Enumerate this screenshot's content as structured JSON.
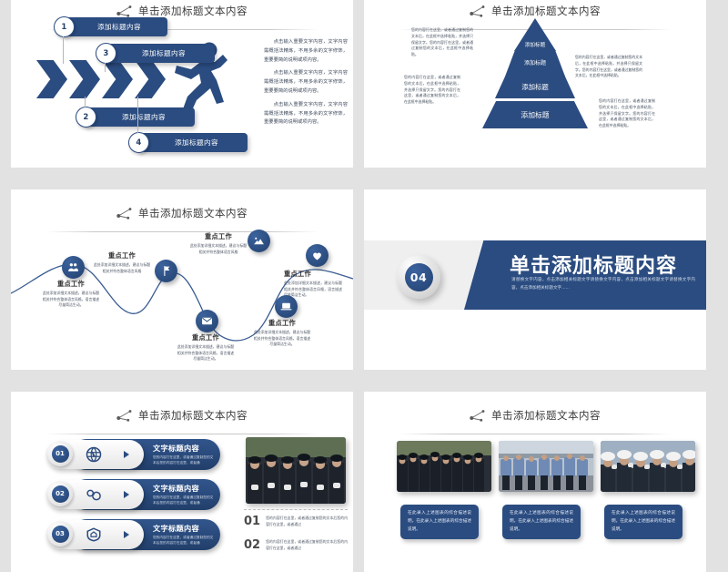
{
  "theme": {
    "primary_blue": "#2b4c80",
    "dark_blue": "#21406f",
    "page_bg": "#e2e2e2",
    "slide_bg": "#ffffff",
    "grey_panel": "#efefef"
  },
  "slides": [
    {
      "id": "slide-arrows",
      "title": "单击添加标题文本内容",
      "steps": [
        {
          "num": "1",
          "label": "添加标题内容"
        },
        {
          "num": "3",
          "label": "添加标题内容"
        },
        {
          "num": "2",
          "label": "添加标题内容"
        },
        {
          "num": "4",
          "label": "添加标题内容"
        }
      ],
      "body_paragraphs": [
        "点击输入重要文字内容，文字内容需概括法精炼，不用多余的文字修饰，重要要简的说明或项内容。",
        "点击输入重要文字内容，文字内容需概括法精炼，不用多余的文字修饰，重要要简的说明或项内容。",
        "点击输入重要文字内容，文字内容需概括法精炼，不用多余的文字修饰，重要要简的说明或项内容。"
      ],
      "runner_icon": "running-person-icon"
    },
    {
      "id": "slide-pyramid",
      "title": "单击添加标题文本内容",
      "tiers": [
        {
          "label": "添加标题"
        },
        {
          "label": "添加标题"
        },
        {
          "label": "添加标题"
        },
        {
          "label": "添加标题"
        }
      ],
      "notes": [
        "您的内容打在这里，或者通过复制您的文本后，在此框中选择粘贴，并选择只保留文字。您的内容打在这里，或者通过复制您的文本后，在此框中选择粘贴。",
        "您的内容打在这里，或者通过复制您的文本后，在此框中选择粘贴，并选择只保留文字。您的内容打在这里，或者通过复制您的文本后，在此框中选择粘贴。",
        "您的内容打在这里，或者通过复制您的文本后，在此框中选择粘贴，并选择只保留文字。您的内容打在这里，或者通过复制您的文本后，在此框中选择粘贴。",
        "您的内容打在这里，或者通过复制您的文本后，在此框中选择粘贴，并选择只保留文字。您的内容打在这里，或者通过复制您的文本后，在此框中选择粘贴。"
      ]
    },
    {
      "id": "slide-wave",
      "title": "单击添加标题文本内容",
      "nodes": [
        {
          "icon": "people-icon",
          "title": "重点工作",
          "desc": "此处添加详细文本描述，建议与标题相关并符合整体语言风格，语言描述尽量简洁生动。"
        },
        {
          "icon": "flag-icon",
          "title": "重点工作",
          "desc": "此处添加详细文本描述，建议与标题相关并符合整体语言风格"
        },
        {
          "icon": "mountain-icon",
          "title": "重点工作",
          "desc": "此处添加详细文本描述，建议与标题相关并符合整体语言风格"
        },
        {
          "icon": "handshake-icon",
          "title": "重点工作",
          "desc": "此处添加详细文本描述，建议与标题相关并符合整体语言风格，语言描述尽量简洁生动。"
        },
        {
          "icon": "envelope-icon",
          "title": "重点工作",
          "desc": "此处添加详细文本描述，建议与标题相关并符合整体语言风格，语言描述尽量简洁生动。"
        },
        {
          "icon": "laptop-icon",
          "title": "重点工作",
          "desc": "此处添加详细文本描述，建议与标题相关并符合整体语言风格，语言描述尽量简洁生动。"
        }
      ]
    },
    {
      "id": "slide-section",
      "badge_number": "04",
      "title": "单击添加标题内容",
      "subtitle": "请替换文字内容，点击添加相关标题文字请替换文字内容，点击添加相关标题文字请替换文字内容，点击添加相关标题文字......"
    },
    {
      "id": "slide-list-photo",
      "title": "单击添加标题文本内容",
      "items": [
        {
          "num": "01",
          "icon": "globe-icon",
          "title": "文字标题内容",
          "desc": "您的内容打在这里，或者通过复制您的文本后您的内容打在这里，或者通"
        },
        {
          "num": "02",
          "icon": "handcuffs-icon",
          "title": "文字标题内容",
          "desc": "您的内容打在这里，或者通过复制您的文本后您的内容打在这里，或者通"
        },
        {
          "num": "03",
          "icon": "shield-icon",
          "title": "文字标题内容",
          "desc": "您的内容打在这里，或者通过复制您的文本后您的内容打在这里，或者通"
        }
      ],
      "photo_caption": "police-formation-photo",
      "notes": [
        {
          "num": "01",
          "desc": "您的内容打在这里，或者通过复制您的文本后您的内容打在这里，或者通过"
        },
        {
          "num": "02",
          "desc": "您的内容打在这里，或者通过复制您的文本后您的内容打在这里，或者通过"
        }
      ]
    },
    {
      "id": "slide-three-photos",
      "title": "单击添加标题文本内容",
      "photos": [
        {
          "name": "police-line-photo"
        },
        {
          "name": "police-march-photo"
        },
        {
          "name": "police-salute-photo"
        }
      ],
      "captions": [
        "在此录入上述图表的综合描述说明，在此录入上述图表的综合描述说明。",
        "在此录入上述图表的综合描述说明，在此录入上述图表的综合描述说明。",
        "在此录入上述图表的综合描述说明，在此录入上述图表的综合描述说明。"
      ]
    }
  ]
}
